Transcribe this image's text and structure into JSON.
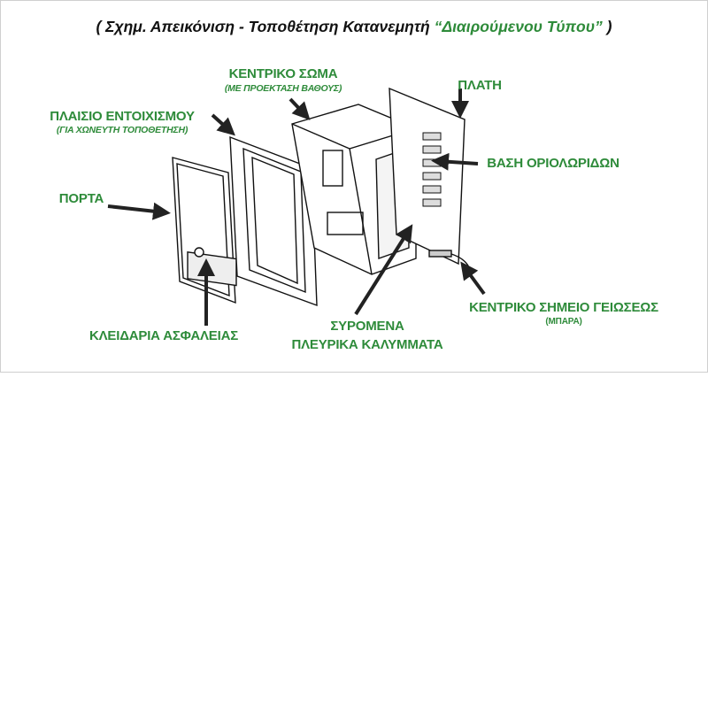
{
  "title": {
    "prefix": "( Σχημ. Απεικόνιση - Τοποθέτηση  Κατανεμητή ",
    "highlight": "“Διαιρούμενου Τύπου”",
    "suffix": " )"
  },
  "labels": {
    "body": "ΚΕΝΤΡΙΚΟ ΣΩΜΑ",
    "body_sub": "(ΜΕ ΠΡΟΕΚΤΑΣΗ ΒΑΘΟΥΣ)",
    "plate": "ΠΛΑΤΗ",
    "frame": "ΠΛΑΙΣΙΟ ΕΝΤΟΙΧΙΣΜΟΥ",
    "frame_sub": "(ΓΙΑ ΧΩΝΕΥΤΗ ΤΟΠΟΘΕΤΗΣΗ)",
    "terminal_base": "ΒΑΣΗ ΟΡΙΟΛΩΡΙΔΩΝ",
    "door": "ΠΟΡΤΑ",
    "ground": "ΚΕΝΤΡΙΚΟ ΣΗΜΕΙΟ ΓΕΙΩΣΕΩΣ",
    "ground_sub": "(ΜΠΑΡΑ)",
    "lock": "ΚΛΕΙΔΑΡΙΑ ΑΣΦΑΛΕΙΑΣ",
    "covers_1": "ΣΥΡΟΜΕΝΑ",
    "covers_2": "ΠΛΕΥΡΙΚΑ ΚΑΛΥΜΜΑΤΑ"
  },
  "colors": {
    "label": "#2e8b3a",
    "arrow": "#222222"
  }
}
